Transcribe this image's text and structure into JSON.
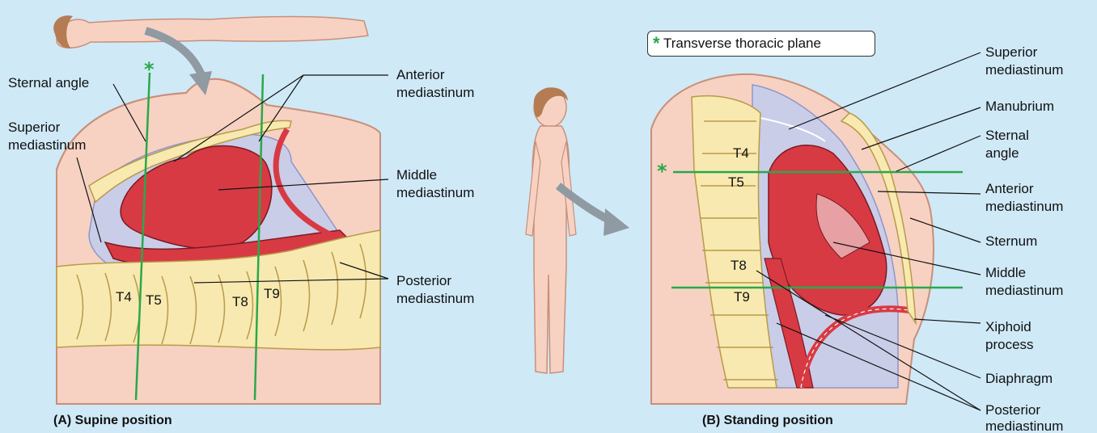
{
  "legend": {
    "symbol": "*",
    "text": "Transverse thoracic plane"
  },
  "panel_a": {
    "caption": "(A) Supine position",
    "labels": {
      "sternal_angle": "Sternal angle",
      "superior_1": "Superior",
      "superior_2": "mediastinum",
      "anterior_1": "Anterior",
      "anterior_2": "mediastinum",
      "middle_1": "Middle",
      "middle_2": "mediastinum",
      "posterior_1": "Posterior",
      "posterior_2": "mediastinum"
    },
    "vertebrae": [
      "T4",
      "T5",
      "T8",
      "T9"
    ]
  },
  "panel_b": {
    "caption": "(B) Standing position",
    "labels": {
      "superior_1": "Superior",
      "superior_2": "mediastinum",
      "manubrium": "Manubrium",
      "sternal_angle_1": "Sternal",
      "sternal_angle_2": "angle",
      "anterior_1": "Anterior",
      "anterior_2": "mediastinum",
      "sternum": "Sternum",
      "middle_1": "Middle",
      "middle_2": "mediastinum",
      "xiphoid_1": "Xiphoid",
      "xiphoid_2": "process",
      "diaphragm": "Diaphragm",
      "posterior_1": "Posterior",
      "posterior_2": "mediastinum"
    },
    "vertebrae": [
      "T4",
      "T5",
      "T8",
      "T9"
    ]
  },
  "colors": {
    "background": "#cfe9f7",
    "skin": "#f7d2c2",
    "bone": "#f8e9b0",
    "heart": "#d83a44",
    "mediastinum_space": "#c9cde8",
    "plane_line": "#2aa84a"
  }
}
